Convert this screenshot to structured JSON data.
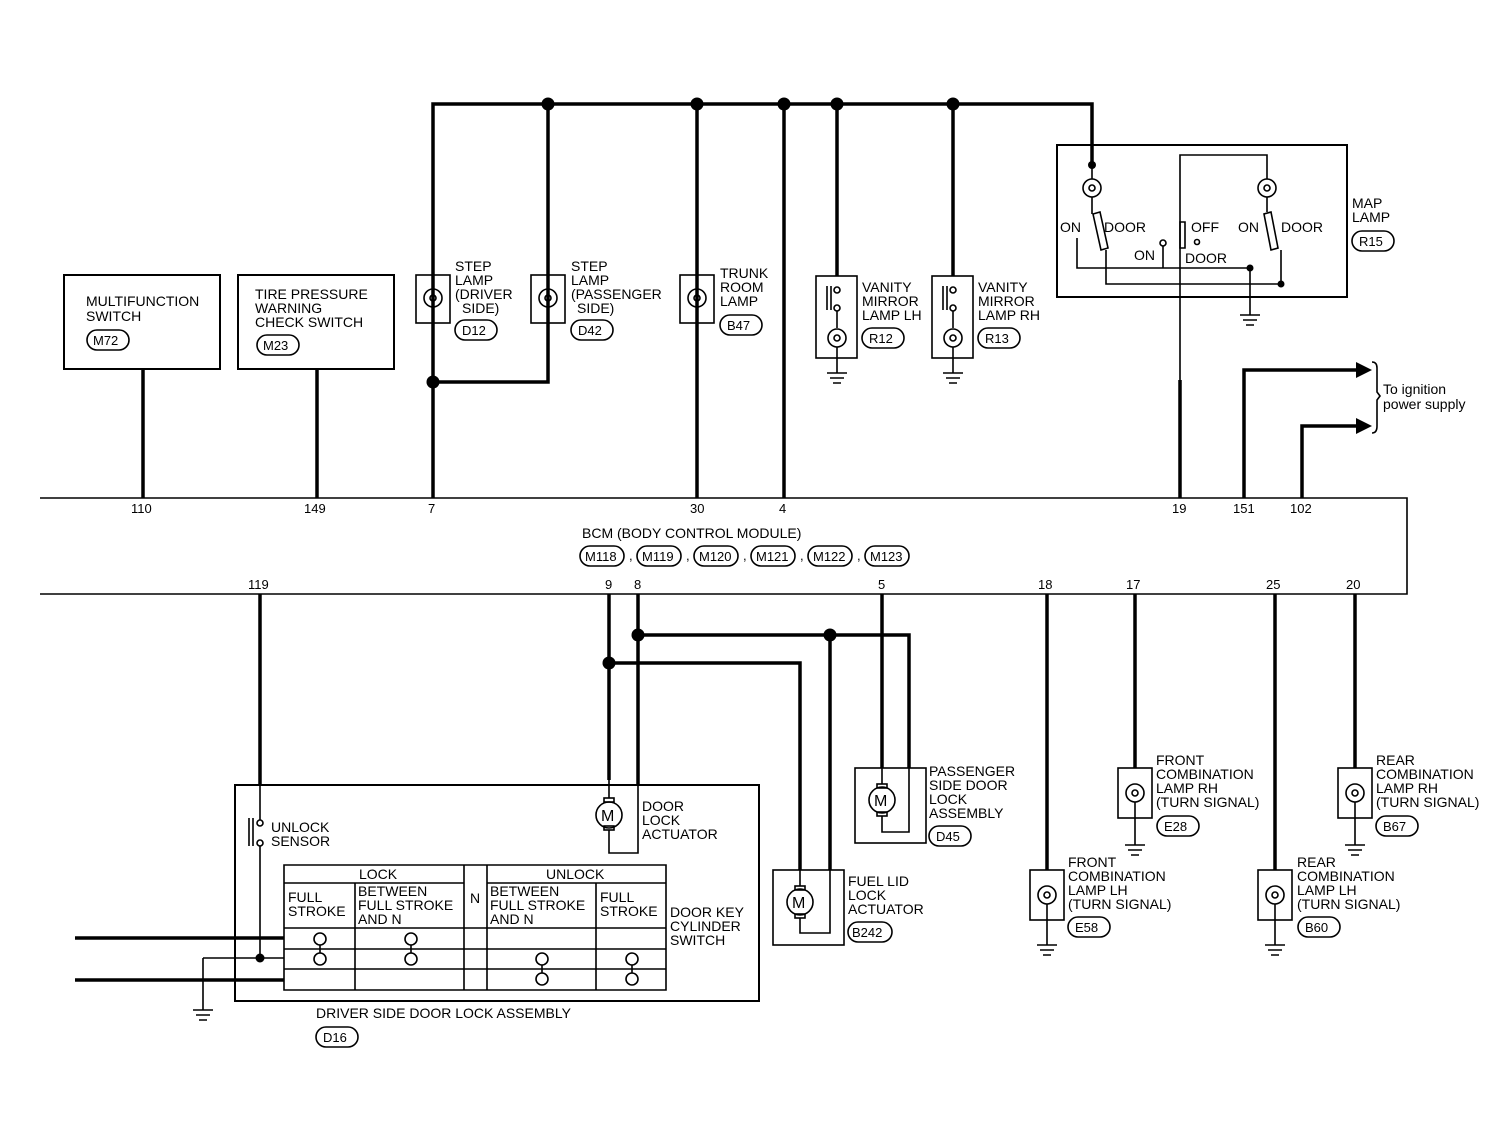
{
  "bcm": {
    "title": "BCM (BODY CONTROL MODULE)",
    "connectors": [
      "M118",
      "M119",
      "M120",
      "M121",
      "M122",
      "M123"
    ],
    "top_pins": [
      "110",
      "149",
      "7",
      "30",
      "4",
      "19",
      "151",
      "102"
    ],
    "bottom_pins": [
      "119",
      "9",
      "8",
      "5",
      "18",
      "17",
      "25",
      "20"
    ]
  },
  "components": {
    "multifunction_switch": {
      "lines": [
        "MULTIFUNCTION",
        "SWITCH"
      ],
      "connector": "M72"
    },
    "tire_pressure_switch": {
      "lines": [
        "TIRE PRESSURE",
        "WARNING",
        "CHECK SWITCH"
      ],
      "connector": "M23"
    },
    "step_lamp_driver": {
      "lines": [
        "STEP",
        "LAMP",
        "(DRIVER",
        "SIDE)"
      ],
      "connector": "D12"
    },
    "step_lamp_passenger": {
      "lines": [
        "STEP",
        "LAMP",
        "(PASSENGER",
        "SIDE)"
      ],
      "connector": "D42"
    },
    "trunk_room_lamp": {
      "lines": [
        "TRUNK",
        "ROOM",
        "LAMP"
      ],
      "connector": "B47"
    },
    "vanity_mirror_lh": {
      "lines": [
        "VANITY",
        "MIRROR",
        "LAMP LH"
      ],
      "connector": "R12"
    },
    "vanity_mirror_rh": {
      "lines": [
        "VANITY",
        "MIRROR",
        "LAMP RH"
      ],
      "connector": "R13"
    },
    "map_lamp": {
      "lines": [
        "MAP",
        "LAMP"
      ],
      "connector": "R15",
      "switch_labels": [
        "ON",
        "DOOR",
        "OFF",
        "ON",
        "DOOR",
        "ON",
        "DOOR"
      ]
    },
    "ignition_note": {
      "lines": [
        "To ignition",
        "power supply"
      ]
    },
    "door_lock_actuator": {
      "lines": [
        "DOOR",
        "LOCK",
        "ACTUATOR"
      ]
    },
    "unlock_sensor": {
      "lines": [
        "UNLOCK",
        "SENSOR"
      ]
    },
    "passenger_door_lock": {
      "lines": [
        "PASSENGER",
        "SIDE DOOR",
        "LOCK",
        "ASSEMBLY"
      ],
      "connector": "D45"
    },
    "fuel_lid_actuator": {
      "lines": [
        "FUEL LID",
        "LOCK",
        "ACTUATOR"
      ],
      "connector": "B242"
    },
    "front_combo_lh": {
      "lines": [
        "FRONT",
        "COMBINATION",
        "LAMP LH",
        "(TURN SIGNAL)"
      ],
      "connector": "E58"
    },
    "front_combo_rh": {
      "lines": [
        "FRONT",
        "COMBINATION",
        "LAMP RH",
        "(TURN SIGNAL)"
      ],
      "connector": "E28"
    },
    "rear_combo_lh": {
      "lines": [
        "REAR",
        "COMBINATION",
        "LAMP LH",
        "(TURN SIGNAL)"
      ],
      "connector": "B60"
    },
    "rear_combo_rh": {
      "lines": [
        "REAR",
        "COMBINATION",
        "LAMP RH",
        "(TURN SIGNAL)"
      ],
      "connector": "B67"
    },
    "driver_door_lock": {
      "title": "DRIVER SIDE DOOR LOCK ASSEMBLY",
      "connector": "D16"
    },
    "door_key_cylinder": {
      "lines": [
        "DOOR KEY",
        "CYLINDER",
        "SWITCH"
      ]
    }
  },
  "key_table": {
    "lock": "LOCK",
    "unlock": "UNLOCK",
    "n": "N",
    "full_stroke": [
      "FULL",
      "STROKE"
    ],
    "between": [
      "BETWEEN",
      "FULL STROKE",
      "AND N"
    ]
  }
}
